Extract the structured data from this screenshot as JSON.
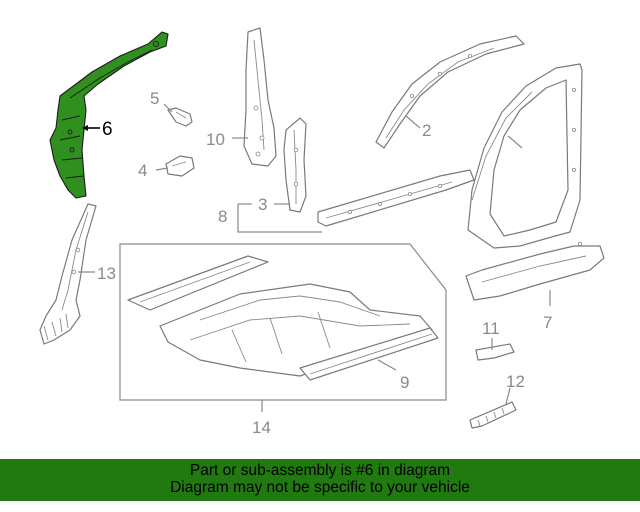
{
  "diagram": {
    "highlight_color": "#2f8f1f",
    "callouts": {
      "c2": "2",
      "c3": "3",
      "c4": "4",
      "c5": "5",
      "c6": "6",
      "c7": "7",
      "c8": "8",
      "c9": "9",
      "c10": "10",
      "c11": "11",
      "c12": "12",
      "c13": "13",
      "c14": "14"
    }
  },
  "banner": {
    "color": "#217a0f",
    "line1": "Part or sub-assembly is #6 in diagram",
    "line2": "Diagram may not be specific to your vehicle"
  }
}
